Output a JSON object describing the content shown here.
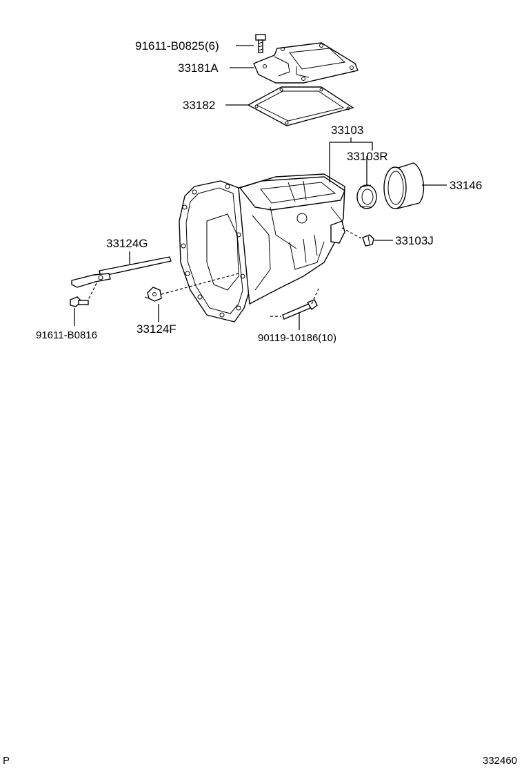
{
  "labels": {
    "bolt_top": "91611-B0825(6)",
    "cover": "33181A",
    "gasket": "33182",
    "case": "33103",
    "seal_r": "33103R",
    "ring": "33146",
    "plug_j": "33103J",
    "rod_g": "33124G",
    "bolt_left": "91611-B0816",
    "bracket_f": "33124F",
    "bolt_bottom": "90119-10186(10)"
  },
  "footer": {
    "left_code": "P",
    "right_code": "332460"
  }
}
